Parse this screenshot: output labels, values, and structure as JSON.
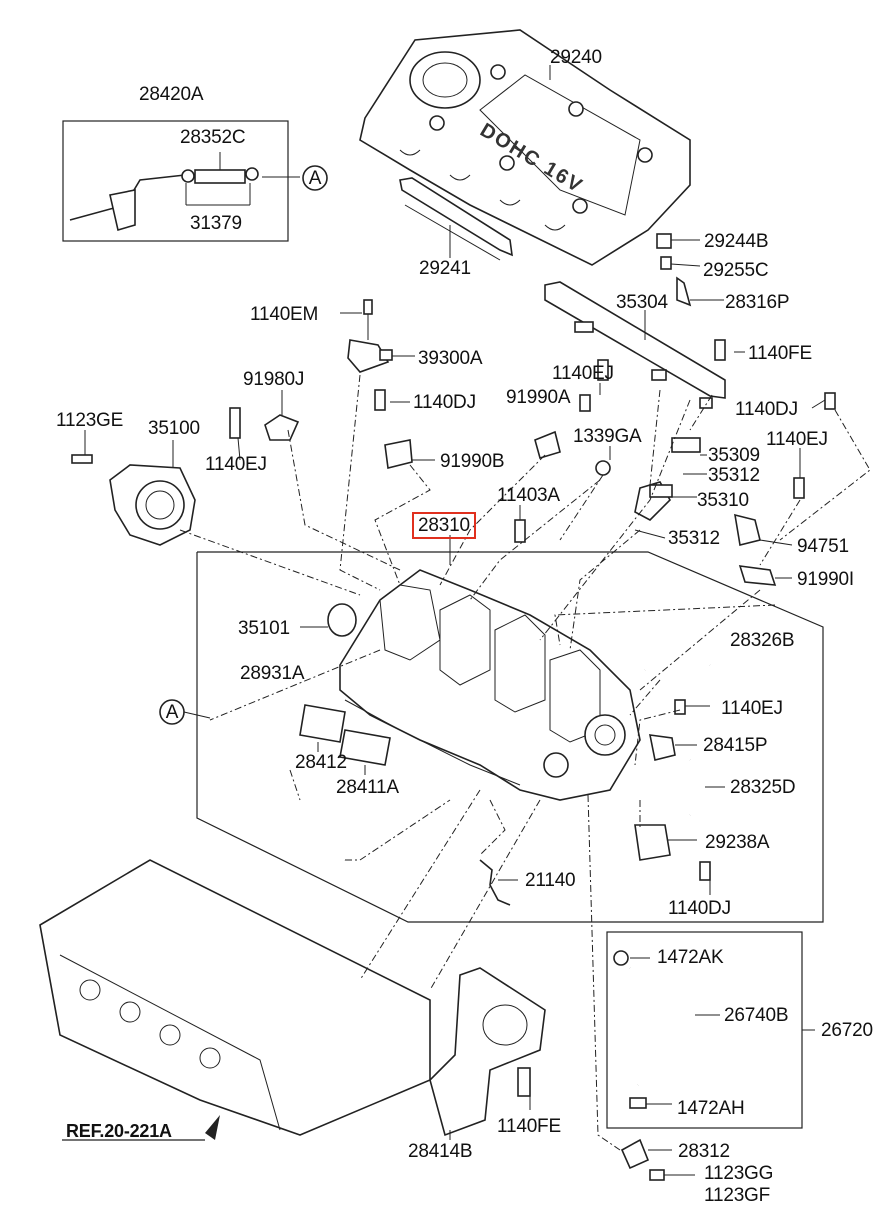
{
  "diagram": {
    "highlight_color": "#e0301e",
    "line_color": "#222222",
    "engine_cover_text": "DOHC 16V",
    "callout_symbol": "A",
    "ref_label": "REF.20-221A",
    "labels": {
      "p29240": "29240",
      "p28420A": "28420A",
      "p28352C": "28352C",
      "p31379": "31379",
      "p29241": "29241",
      "p29244B": "29244B",
      "p29255C": "29255C",
      "p28316P": "28316P",
      "p35304": "35304",
      "p1140FE_a": "1140FE",
      "p1140EM": "1140EM",
      "p39300A": "39300A",
      "p91980J": "91980J",
      "p1140EJ_a": "1140EJ",
      "p1140DJ_a": "1140DJ",
      "p91990A": "91990A",
      "p1140DJ_b": "1140DJ",
      "p1123GE": "1123GE",
      "p35100": "35100",
      "p1140EJ_b": "1140EJ",
      "p91990B": "91990B",
      "p1339GA": "1339GA",
      "p35309": "35309",
      "p1140EJ_c": "1140EJ",
      "p35312_a": "35312",
      "p11403A": "11403A",
      "p35310": "35310",
      "p28310": "28310",
      "p35312_b": "35312",
      "p94751": "94751",
      "p91990I": "91990I",
      "p35101": "35101",
      "p28326B": "28326B",
      "p28931A": "28931A",
      "p1140EJ_d": "1140EJ",
      "p28415P": "28415P",
      "p28412": "28412",
      "p28411A": "28411A",
      "p28325D": "28325D",
      "p29238A": "29238A",
      "p21140": "21140",
      "p1140DJ_c": "1140DJ",
      "p1472AK": "1472AK",
      "p26740B": "26740B",
      "p26720": "26720",
      "p1472AH": "1472AH",
      "p28312": "28312",
      "p1140FE_b": "1140FE",
      "p28414B": "28414B",
      "p1123GG": "1123GG",
      "p1123GF": "1123GF"
    }
  }
}
